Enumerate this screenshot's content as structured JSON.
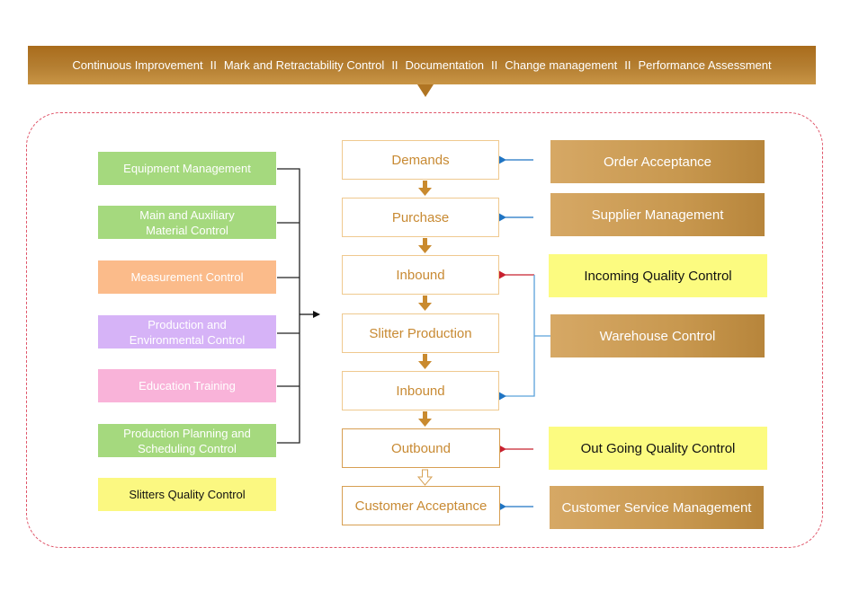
{
  "banner": {
    "items": [
      "Continuous Improvement",
      "Mark and Retractability Control",
      "Documentation",
      "Change management",
      "Performance Assessment"
    ],
    "separator": "II"
  },
  "left_boxes": [
    {
      "label": "Equipment Management",
      "color": "#a5d97e"
    },
    {
      "label": "Main and Auxiliary Material Control",
      "color": "#a5d97e"
    },
    {
      "label": "Measurement Control",
      "color": "#fbbb8a"
    },
    {
      "label": "Production and Environmental Control",
      "color": "#d6b3f7"
    },
    {
      "label": "Education Training",
      "color": "#f9b3d9"
    },
    {
      "label": "Production Planning and Scheduling Control",
      "color": "#a5d97e"
    },
    {
      "label": "Slitters Quality Control",
      "color": "#fbf881"
    }
  ],
  "process_steps": [
    {
      "label": "Demands"
    },
    {
      "label": "Purchase"
    },
    {
      "label": "Inbound"
    },
    {
      "label": "Slitter Production"
    },
    {
      "label": "Inbound"
    },
    {
      "label": "Outbound"
    },
    {
      "label": "Customer Acceptance"
    }
  ],
  "right_boxes": [
    {
      "label": "Order Acceptance",
      "targets": "Demands",
      "arrow_color": "#1f74c3"
    },
    {
      "label": "Supplier Management",
      "targets": "Purchase",
      "arrow_color": "#1f74c3"
    },
    {
      "label": "Incoming Quality Control",
      "targets": "Inbound",
      "arrow_color": "#c8202f"
    },
    {
      "label": "Warehouse Control",
      "targets": "Inbound",
      "arrow_color": "#1f74c3"
    },
    {
      "label": "Out Going Quality Control",
      "targets": "Outbound",
      "arrow_color": "#c8202f"
    },
    {
      "label": "Customer Service Management",
      "targets": "Customer Acceptance",
      "arrow_color": "#1f74c3"
    }
  ],
  "colors": {
    "banner": "#b07523",
    "frame_border": "#e0566a",
    "step_text": "#c88a33",
    "flow_arrow": "#c98a2e"
  }
}
